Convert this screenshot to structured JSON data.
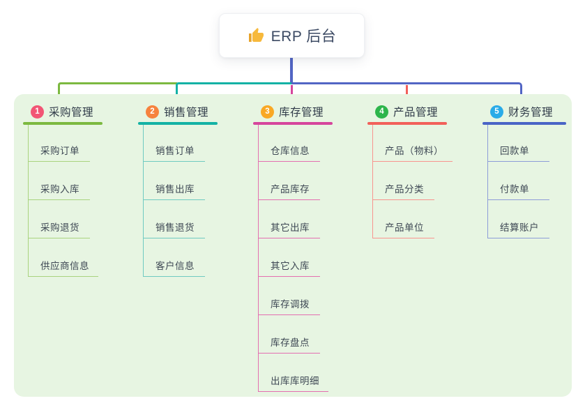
{
  "root": {
    "title": "ERP 后台",
    "icon": "thumbs-up-icon",
    "icon_color": "#f7b93c",
    "line_color": "#5265c4"
  },
  "panel": {
    "bg_color": "#e7f5e2"
  },
  "branches": [
    {
      "badge": "1",
      "label": "采购管理",
      "badge_color": "#f25575",
      "line_color": "#7cb940",
      "light_color": "#a9d37e",
      "children": [
        "采购订单",
        "采购入库",
        "采购退货",
        "供应商信息"
      ]
    },
    {
      "badge": "2",
      "label": "销售管理",
      "badge_color": "#f6823e",
      "line_color": "#14b2a5",
      "light_color": "#6fcac1",
      "children": [
        "销售订单",
        "销售出库",
        "销售退货",
        "客户信息"
      ]
    },
    {
      "badge": "3",
      "label": "库存管理",
      "badge_color": "#f9a825",
      "line_color": "#d6459c",
      "light_color": "#e46eb0",
      "children": [
        "仓库信息",
        "产品库存",
        "其它出库",
        "其它入库",
        "库存调拨",
        "库存盘点",
        "出库库明细"
      ]
    },
    {
      "badge": "4",
      "label": "产品管理",
      "badge_color": "#2db54b",
      "line_color": "#f2605a",
      "light_color": "#f8948e",
      "children": [
        "产品（物料）",
        "产品分类",
        "产品单位"
      ]
    },
    {
      "badge": "5",
      "label": "财务管理",
      "badge_color": "#29abe8",
      "line_color": "#4a64c6",
      "light_color": "#8d9cd8",
      "children": [
        "回款单",
        "付款单",
        "结算账户"
      ]
    }
  ]
}
